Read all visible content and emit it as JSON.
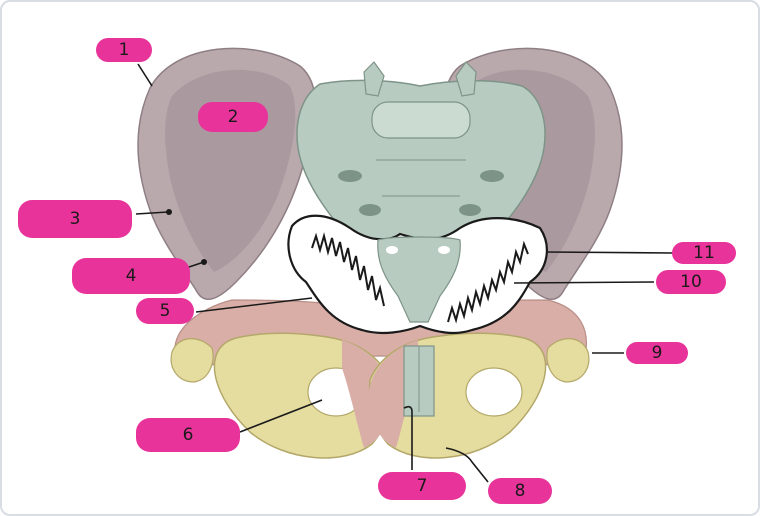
{
  "colors": {
    "ilium": "#b9a9ad",
    "ilium_inner": "#a8979d",
    "sacrum": "#b7cbc0",
    "pubis": "#e5dc9f",
    "pink_bone": "#d9aea6",
    "label_fill": "#e8349a",
    "leader": "#1a1a1a"
  },
  "labels": [
    {
      "id": "1",
      "text": "1"
    },
    {
      "id": "2",
      "text": "2"
    },
    {
      "id": "3",
      "text": "3"
    },
    {
      "id": "4",
      "text": "4"
    },
    {
      "id": "5",
      "text": "5"
    },
    {
      "id": "6",
      "text": "6"
    },
    {
      "id": "7",
      "text": "7"
    },
    {
      "id": "8",
      "text": "8"
    },
    {
      "id": "9",
      "text": "9"
    },
    {
      "id": "10",
      "text": "10"
    },
    {
      "id": "11",
      "text": "11"
    }
  ]
}
